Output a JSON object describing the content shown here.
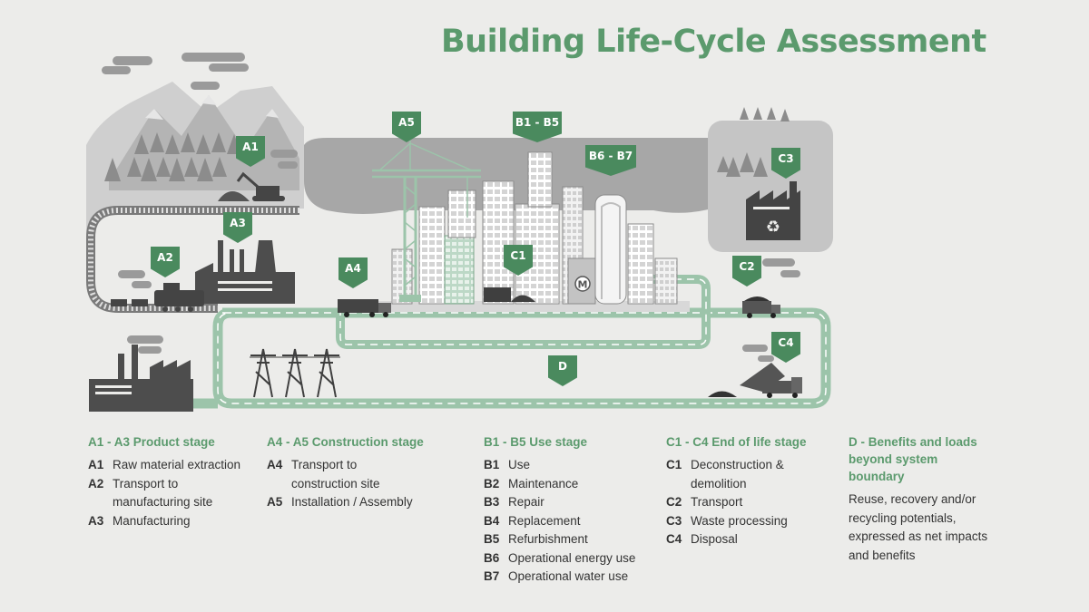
{
  "title": "Building Life-Cycle Assessment",
  "colors": {
    "accent": "#5b9a6d",
    "tag": "#4a8a5e",
    "road": "#9cc4aa",
    "dark": "#4d4d4d",
    "grey": "#c9c9c9"
  },
  "tags": {
    "a1": "A1",
    "a2": "A2",
    "a3": "A3",
    "a4": "A4",
    "a5": "A5",
    "b1b5": "B1 - B5",
    "b6b7": "B6 - B7",
    "c1": "C1",
    "c2": "C2",
    "c3": "C3",
    "c4": "C4",
    "d": "D"
  },
  "scene": {
    "metro_letter": "M",
    "recycle_icon": "recycle-icon"
  },
  "legend": {
    "product": {
      "title": "A1 - A3 Product stage",
      "items": [
        {
          "code": "A1",
          "label": "Raw material extraction"
        },
        {
          "code": "A2",
          "label": "Transport to manufacturing site"
        },
        {
          "code": "A3",
          "label": "Manufacturing"
        }
      ]
    },
    "construction": {
      "title": "A4 - A5 Construction stage",
      "items": [
        {
          "code": "A4",
          "label": "Transport to construction site"
        },
        {
          "code": "A5",
          "label": "Installation / Assembly"
        }
      ]
    },
    "use": {
      "title": "B1 - B5 Use stage",
      "items": [
        {
          "code": "B1",
          "label": "Use"
        },
        {
          "code": "B2",
          "label": "Maintenance"
        },
        {
          "code": "B3",
          "label": "Repair"
        },
        {
          "code": "B4",
          "label": "Replacement"
        },
        {
          "code": "B5",
          "label": "Refurbishment"
        },
        {
          "code": "B6",
          "label": "Operational energy use"
        },
        {
          "code": "B7",
          "label": "Operational water use"
        }
      ]
    },
    "end": {
      "title": "C1 - C4 End of life stage",
      "items": [
        {
          "code": "C1",
          "label": "Deconstruction & demolition"
        },
        {
          "code": "C2",
          "label": "Transport"
        },
        {
          "code": "C3",
          "label": "Waste processing"
        },
        {
          "code": "C4",
          "label": "Disposal"
        }
      ]
    },
    "beyond": {
      "title": "D - Benefits and loads beyond system boundary",
      "text": "Reuse, recovery and/or recycling potentials, expressed as net impacts and benefits"
    }
  }
}
